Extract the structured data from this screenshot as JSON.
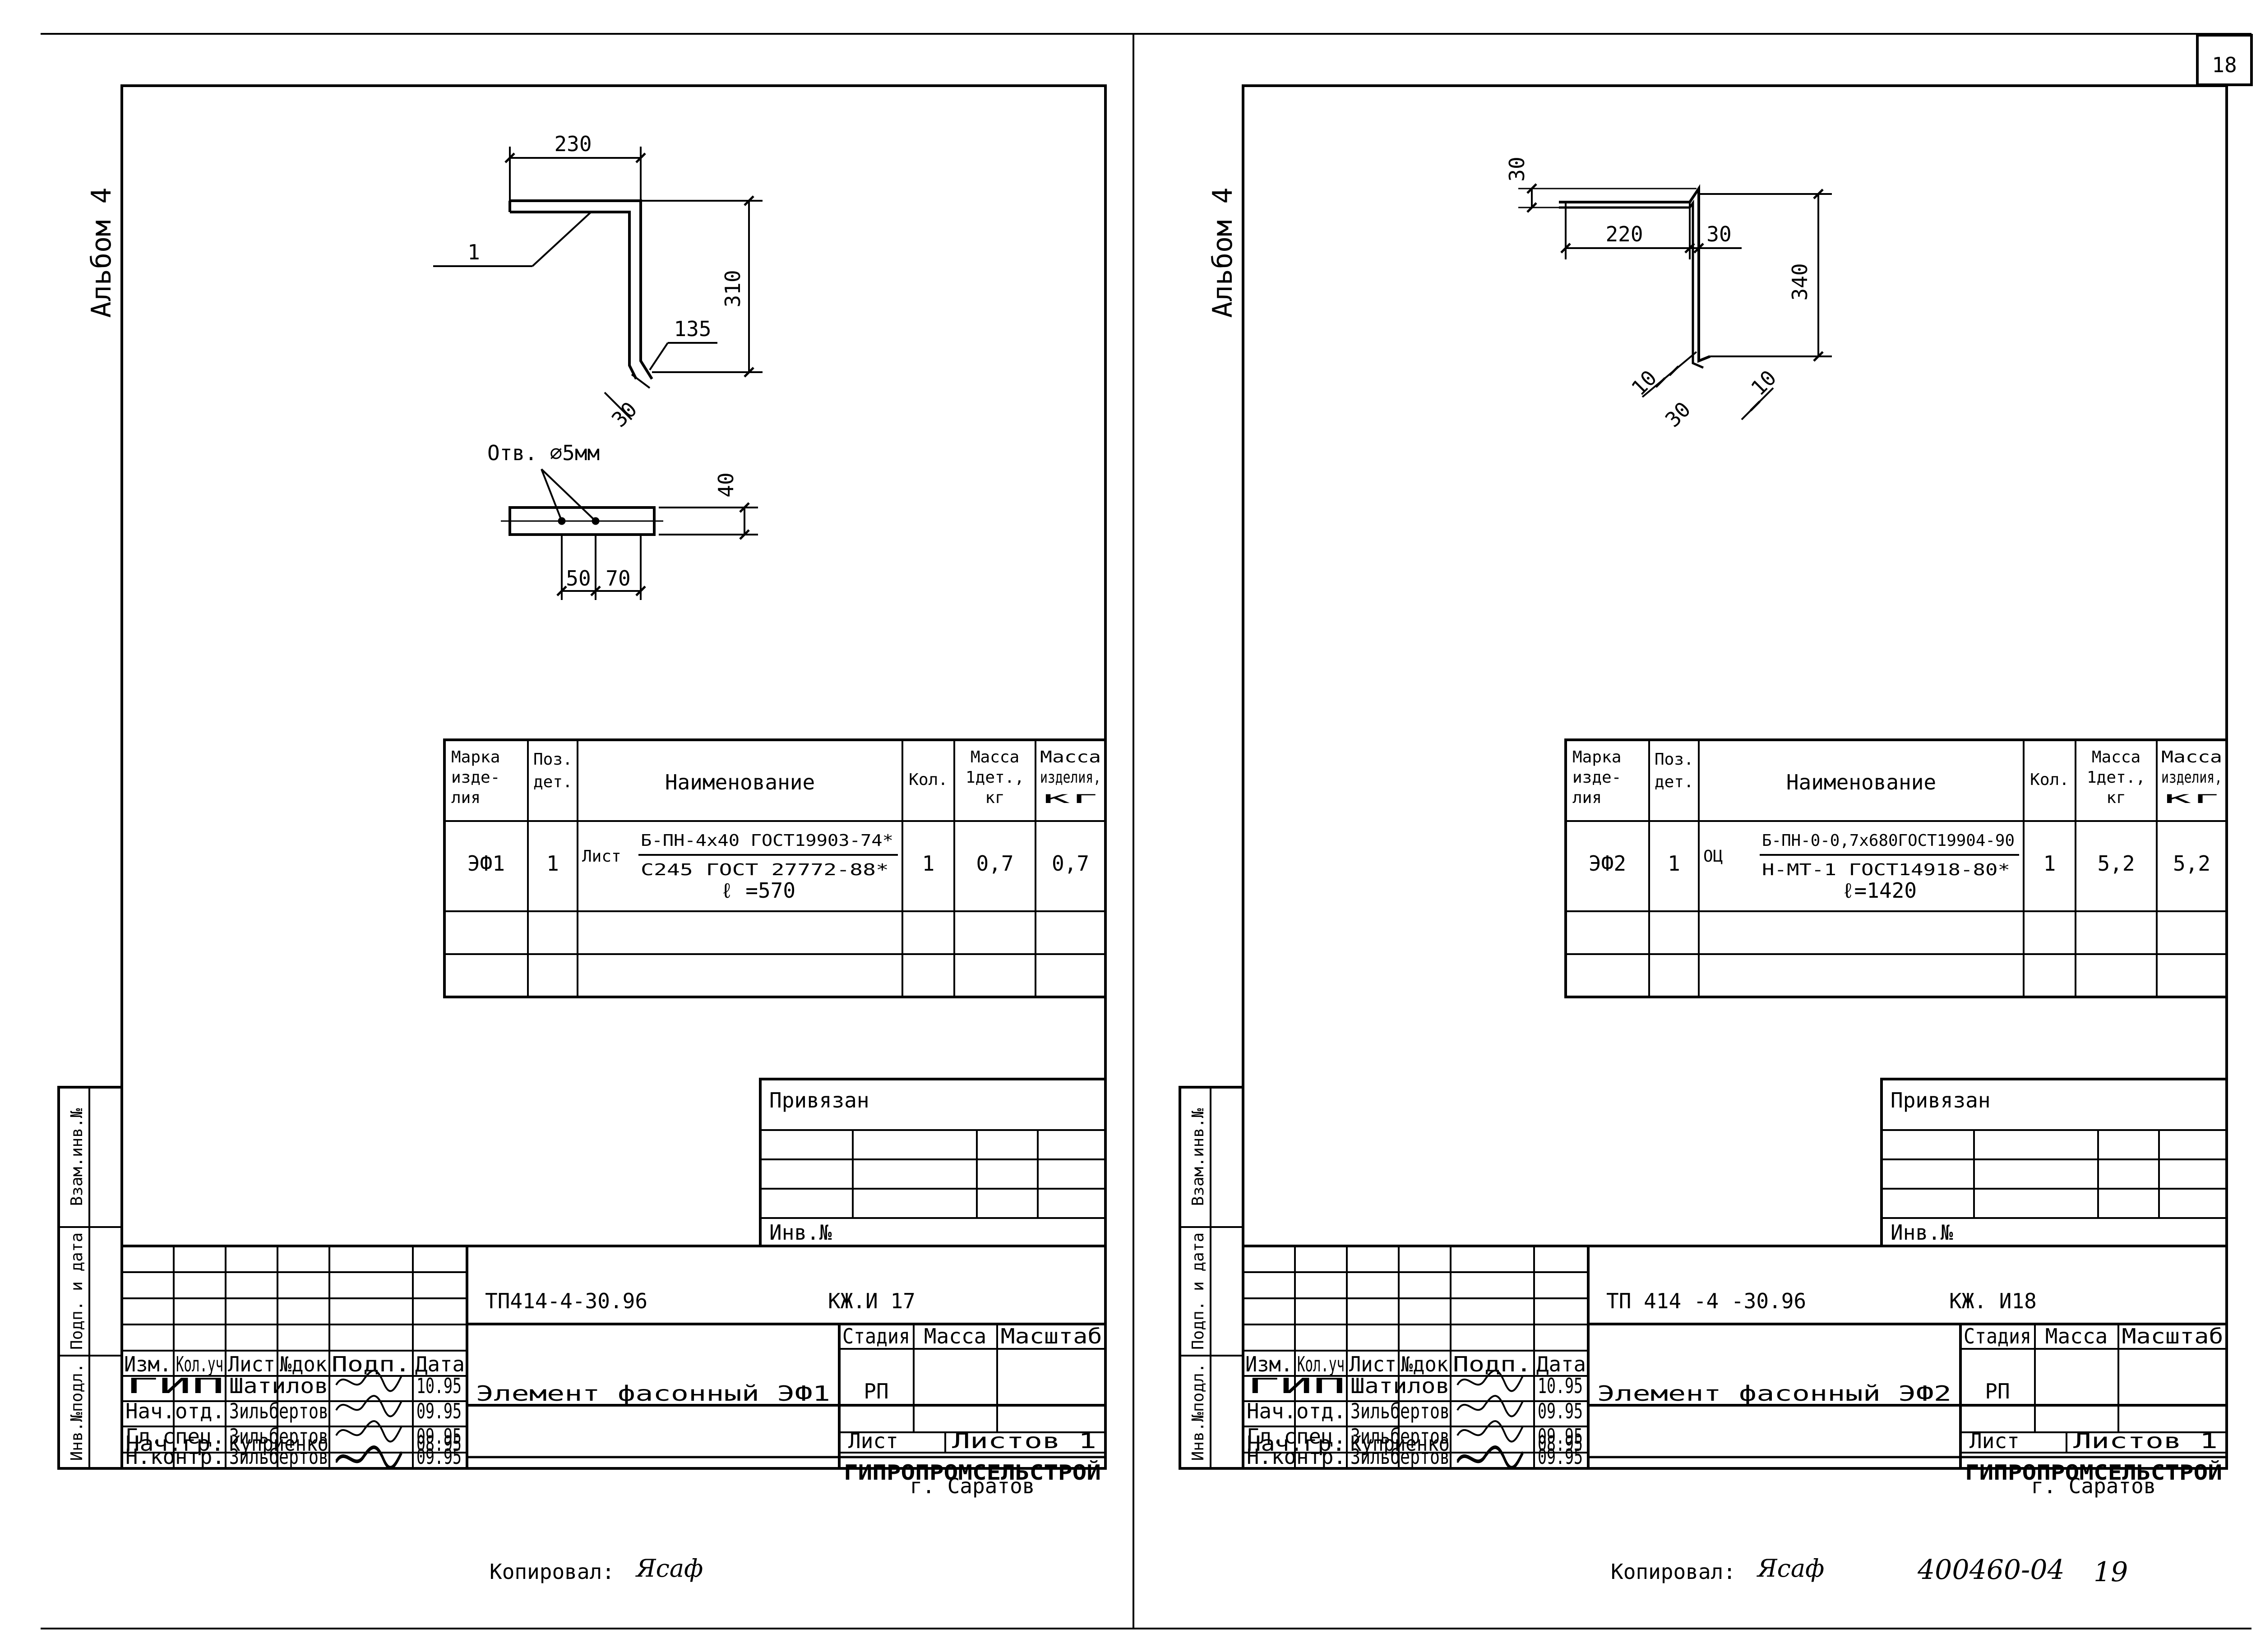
{
  "page_number": "18",
  "footer": {
    "archive_no": "400460-04",
    "page_no": "19"
  },
  "sheets": [
    {
      "album": "Альбом 4",
      "drawing": {
        "dims": [
          "230",
          "310",
          "135",
          "30",
          "40",
          "50",
          "70"
        ],
        "leader": "1",
        "hole": "Отв. ⌀5мм"
      },
      "spec": {
        "headers": {
          "mark": [
            "Марка",
            "изде-",
            "лия"
          ],
          "pos": [
            "Поз.",
            "дет."
          ],
          "name": "Наименование",
          "qty": "Кол.",
          "mass1": [
            "Масса",
            "1дет.,",
            "кг"
          ],
          "mass2": [
            "Масса",
            "изделия,",
            "кг"
          ]
        },
        "row": {
          "mark": "ЭФ1",
          "pos": "1",
          "prefix": "Лист",
          "num": "Б-ПН-4х40 ГОСТ19903-74*",
          "den": "С245 ГОСТ 27772-88*",
          "len": "ℓ =570",
          "qty": "1",
          "mass1": "0,7",
          "mass2": "0,7"
        }
      },
      "attached": {
        "title": "Привязан",
        "inv": "Инв.№"
      },
      "side_labels": [
        "Взам.инв.№",
        "Подп. и дата",
        "Инв.№подл."
      ],
      "stamp": {
        "code": "ТП414-4-30.96",
        "sheet_code": "КЖ.И 17",
        "head": [
          "Изм.",
          "Кол.уч",
          "Лист",
          "№док",
          "Подп.",
          "Дата"
        ],
        "people": [
          {
            "role": "ГИП",
            "name": "Шатилов",
            "date": "10.95"
          },
          {
            "role": "Нач.отд.",
            "name": "Зильбертов",
            "date": "09.95"
          },
          {
            "role": "Гл.спец.",
            "name": "Зильбертов",
            "date": "09.95"
          },
          {
            "role": "Нач.гр.",
            "name": "Куприенко",
            "date": "08.95"
          },
          {
            "role": "Н.контр.",
            "name": "Зильбертов",
            "date": "09.95"
          }
        ],
        "title": "Элемент фасонный ЭФ1",
        "stage_head": [
          "Стадия",
          "Масса",
          "Масштаб"
        ],
        "stage": "РП",
        "sheet_label": "Лист",
        "sheets_label": "Листов 1",
        "org": "ГИПРОПРОМСЕЛЬСТРОЙ",
        "city": "г. Саратов"
      },
      "copied": "Копировал:",
      "copied_sign": "Ясаф"
    },
    {
      "album": "Альбом 4",
      "drawing": {
        "dims": [
          "30",
          "220",
          "30",
          "340",
          "10",
          "30",
          "10"
        ]
      },
      "spec": {
        "headers": {
          "mark": [
            "Марка",
            "изде-",
            "лия"
          ],
          "pos": [
            "Поз.",
            "дет."
          ],
          "name": "Наименование",
          "qty": "Кол.",
          "mass1": [
            "Масса",
            "1дет.,",
            "кг"
          ],
          "mass2": [
            "Масса",
            "изделия,",
            "кг"
          ]
        },
        "row": {
          "mark": "ЭФ2",
          "pos": "1",
          "prefix": "ОЦ",
          "num": "Б-ПН-0-0,7х680ГОСТ19904-90",
          "den": "Н-МТ-1 ГОСТ14918-80*",
          "len": "ℓ=1420",
          "qty": "1",
          "mass1": "5,2",
          "mass2": "5,2"
        }
      },
      "attached": {
        "title": "Привязан",
        "inv": "Инв.№"
      },
      "side_labels": [
        "Взам.инв.№",
        "Подп. и дата",
        "Инв.№подл."
      ],
      "stamp": {
        "code": "ТП 414 -4 -30.96",
        "sheet_code": "КЖ. И18",
        "head": [
          "Изм.",
          "Кол.уч",
          "Лист",
          "№док",
          "Подп.",
          "Дата"
        ],
        "people": [
          {
            "role": "ГИП",
            "name": "Шатилов",
            "date": "10.95"
          },
          {
            "role": "Нач.отд.",
            "name": "Зильбертов",
            "date": "09.95"
          },
          {
            "role": "Гл.спец.",
            "name": "Зильбертов",
            "date": "09.95"
          },
          {
            "role": "Нач.гр.",
            "name": "Куприенко",
            "date": "08.95"
          },
          {
            "role": "Н.контр.",
            "name": "Зильбертов",
            "date": "09.95"
          }
        ],
        "title": "Элемент фасонный ЭФ2",
        "stage_head": [
          "Стадия",
          "Масса",
          "Масштаб"
        ],
        "stage": "РП",
        "sheet_label": "Лист",
        "sheets_label": "Листов 1",
        "org": "ГИПРОПРОМСЕЛЬСТРОЙ",
        "city": "г. Саратов"
      },
      "copied": "Копировал:",
      "copied_sign": "Ясаф"
    }
  ]
}
